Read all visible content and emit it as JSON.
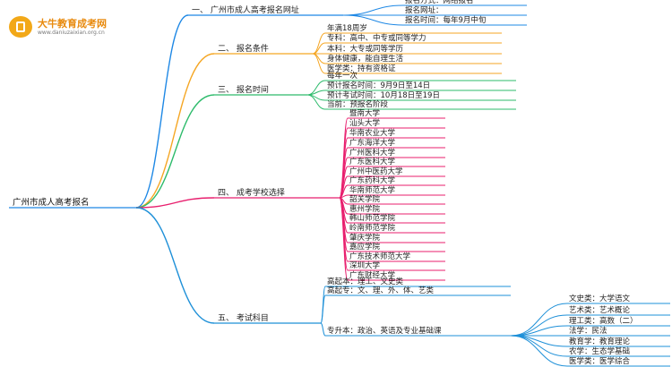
{
  "logo": {
    "title": "大牛教育成考网",
    "url": "www.daniuzaixian.org.cn"
  },
  "colors": {
    "b1": "#1e88e5",
    "b2": "#f5a623",
    "b3": "#2dbb6b",
    "b4": "#e81f6e",
    "b5": "#1e90d8"
  },
  "root": "广州市成人高考报名",
  "branches": [
    {
      "label": "一、 广州市成人高考报名网址",
      "children": [
        {
          "label": "报名方式：网络报名"
        },
        {
          "label": "报名网址："
        },
        {
          "label": "报名时间：每年9月中旬"
        }
      ]
    },
    {
      "label": "二、 报名条件",
      "children": [
        {
          "label": "年满18周岁"
        },
        {
          "label": "专科：高中、中专或同等学力"
        },
        {
          "label": "本科：大专或同等学历"
        },
        {
          "label": "身体健康，能自理生活"
        },
        {
          "label": "医学类：持有资格证"
        }
      ]
    },
    {
      "label": "三、 报名时间",
      "children": [
        {
          "label": "每年一次"
        },
        {
          "label": "预计报名时间：9月9日至14日"
        },
        {
          "label": "预计考试时间：10月18日至19日"
        },
        {
          "label": "当前：预报名阶段"
        }
      ]
    },
    {
      "label": "四、 成考学校选择",
      "children": [
        {
          "label": "暨南大学"
        },
        {
          "label": "汕头大学"
        },
        {
          "label": "华南农业大学"
        },
        {
          "label": "广东海洋大学"
        },
        {
          "label": "广州医科大学"
        },
        {
          "label": "广东医科大学"
        },
        {
          "label": "广州中医药大学"
        },
        {
          "label": "广东药科大学"
        },
        {
          "label": "华南师范大学"
        },
        {
          "label": "韶关学院"
        },
        {
          "label": "惠州学院"
        },
        {
          "label": "韩山师范学院"
        },
        {
          "label": "岭南师范学院"
        },
        {
          "label": "肇庆学院"
        },
        {
          "label": "嘉应学院"
        },
        {
          "label": "广东技术师范大学"
        },
        {
          "label": "深圳大学"
        },
        {
          "label": "广东财经大学"
        }
      ]
    },
    {
      "label": "五、 考试科目",
      "children": [
        {
          "label": "高起本：理工、文史类"
        },
        {
          "label": "高起专：文、理、外、体、艺类"
        },
        {
          "label": "专升本：政治、英语及专业基础课",
          "children": [
            {
              "label": "文史类：大学语文"
            },
            {
              "label": "艺术类：艺术概论"
            },
            {
              "label": "理工类：高数（二）"
            },
            {
              "label": "法学：民法"
            },
            {
              "label": "教育学：教育理论"
            },
            {
              "label": "农学：生态学基础"
            },
            {
              "label": "医学类：医学综合"
            }
          ]
        }
      ]
    }
  ]
}
